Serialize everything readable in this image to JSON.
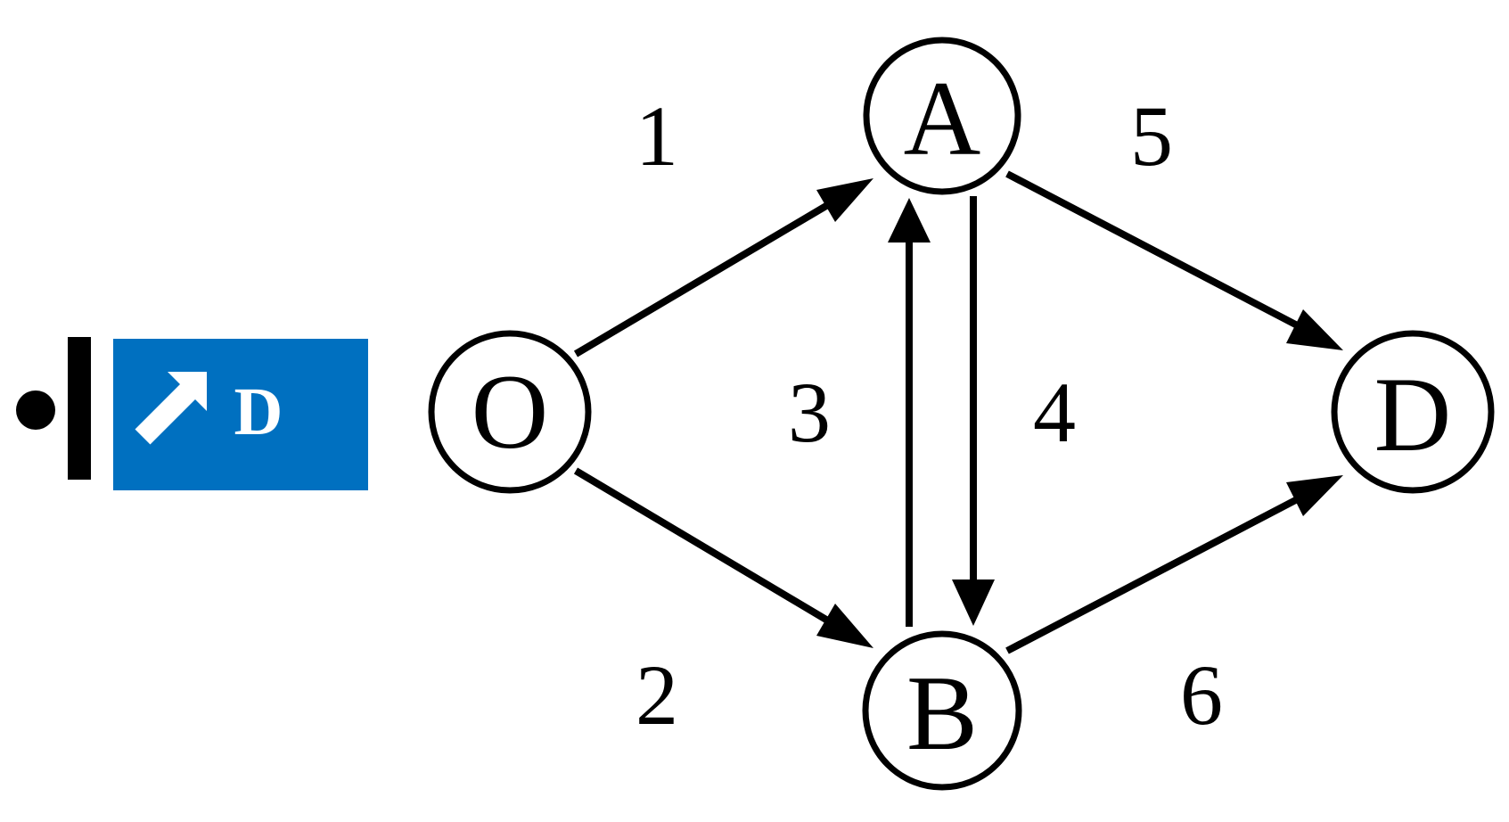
{
  "colors": {
    "ink": "#000000",
    "badge_background": "#0070C0",
    "badge_foreground": "#ffffff"
  },
  "nodes": {
    "O": "O",
    "A": "A",
    "B": "B",
    "D": "D"
  },
  "edges": [
    {
      "id": 1,
      "label": "1",
      "from": "O",
      "to": "A"
    },
    {
      "id": 2,
      "label": "2",
      "from": "O",
      "to": "B"
    },
    {
      "id": 3,
      "label": "3",
      "from": "B",
      "to": "A"
    },
    {
      "id": 4,
      "label": "4",
      "from": "A",
      "to": "B"
    },
    {
      "id": 5,
      "label": "5",
      "from": "A",
      "to": "D"
    },
    {
      "id": 6,
      "label": "6",
      "from": "B",
      "to": "D"
    }
  ],
  "legend": {
    "icon": "northeast-arrow-icon",
    "label": "D"
  }
}
